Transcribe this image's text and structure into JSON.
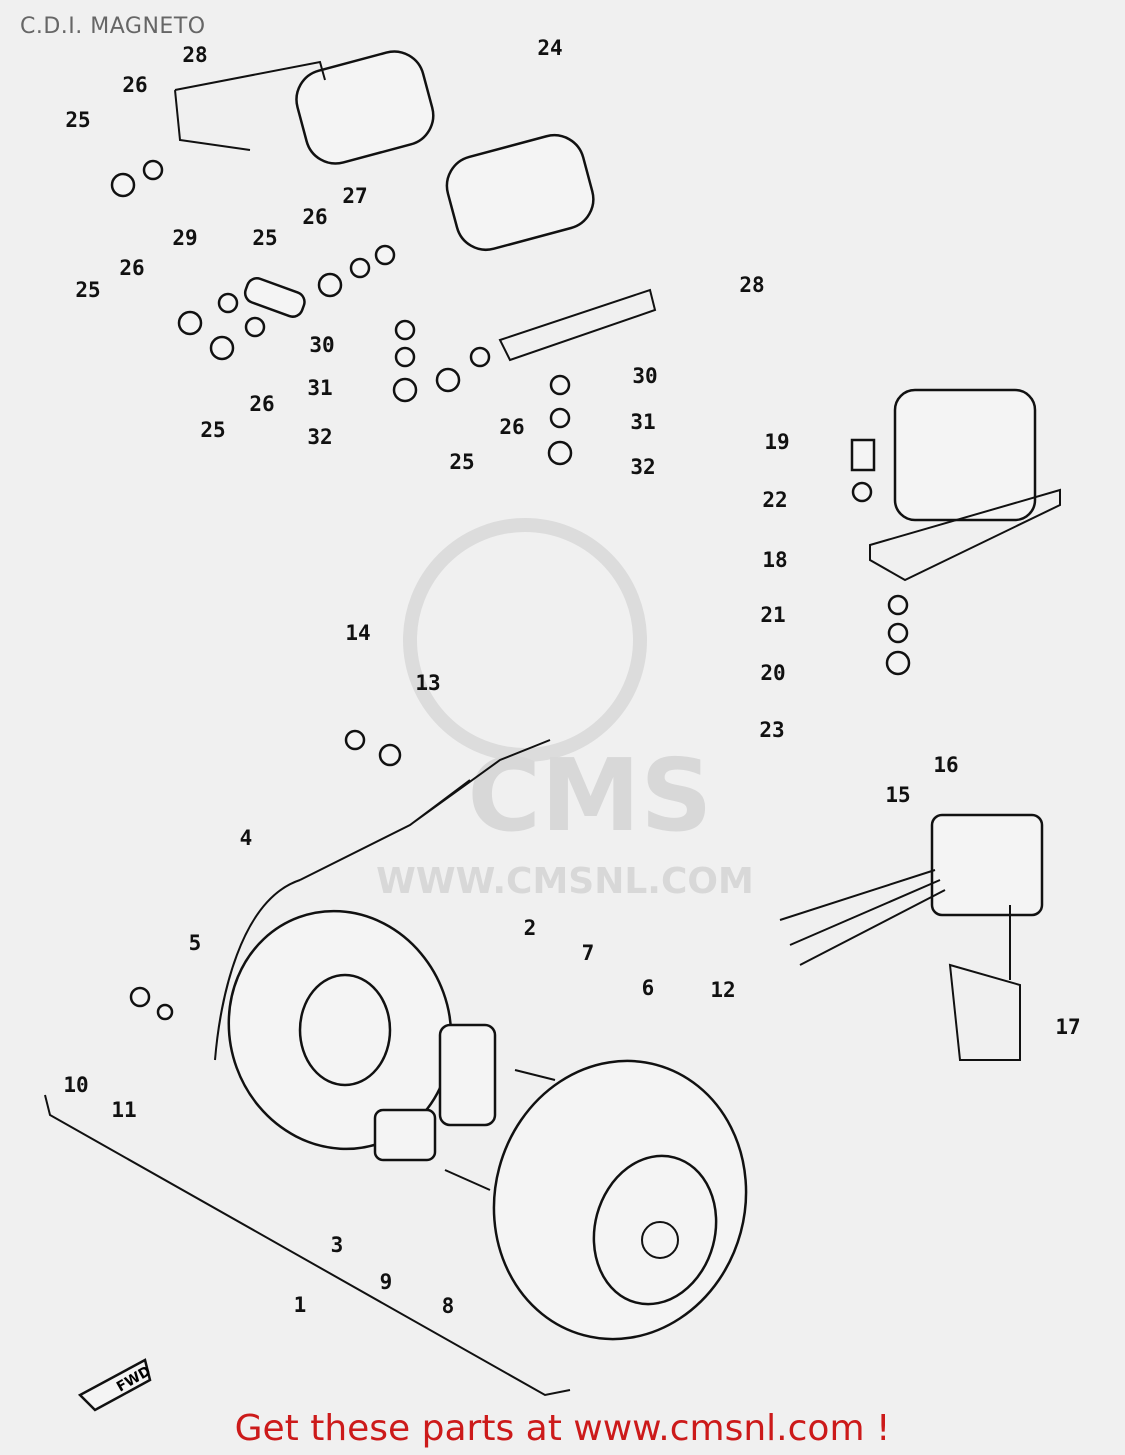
{
  "title": "C.D.I. MAGNETO",
  "footer": "Get these parts at www.cmsnl.com !",
  "watermark": {
    "brand": "CMS",
    "url": "WWW.CMSNL.COM"
  },
  "fwd_label": "FWD",
  "callouts": [
    "28",
    "26",
    "25",
    "24",
    "27",
    "26",
    "29",
    "25",
    "26",
    "25",
    "28",
    "30",
    "31",
    "32",
    "26",
    "25",
    "25",
    "26",
    "30",
    "31",
    "32",
    "19",
    "22",
    "18",
    "21",
    "20",
    "23",
    "14",
    "13",
    "16",
    "15",
    "4",
    "2",
    "7",
    "6",
    "12",
    "5",
    "10",
    "11",
    "17",
    "3",
    "9",
    "8",
    "1"
  ]
}
